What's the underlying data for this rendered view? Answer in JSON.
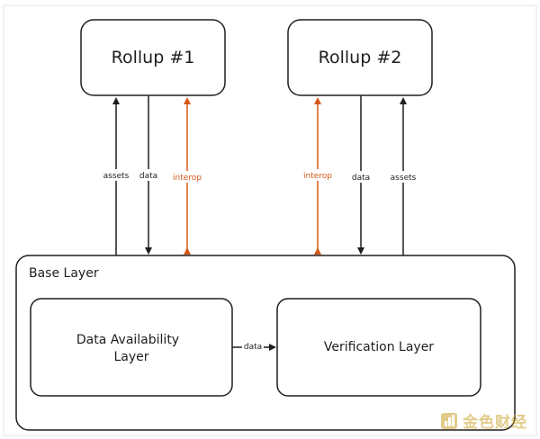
{
  "nodes": {
    "rollup1": "Rollup #1",
    "rollup2": "Rollup #2",
    "base_layer": "Base Layer",
    "data_availability_line1": "Data Availability",
    "data_availability_line2": "Layer",
    "verification_layer": "Verification Layer"
  },
  "edges": {
    "r1_assets": "assets",
    "r1_data": "data",
    "r1_interop": "interop",
    "r2_interop": "interop",
    "r2_data": "data",
    "r2_assets": "assets",
    "da_to_verification": "data"
  },
  "colors": {
    "stroke": "#1e1e1e",
    "interop": "#d4581a",
    "watermark": "#c9a227"
  },
  "watermark": {
    "text": "金色财经"
  }
}
